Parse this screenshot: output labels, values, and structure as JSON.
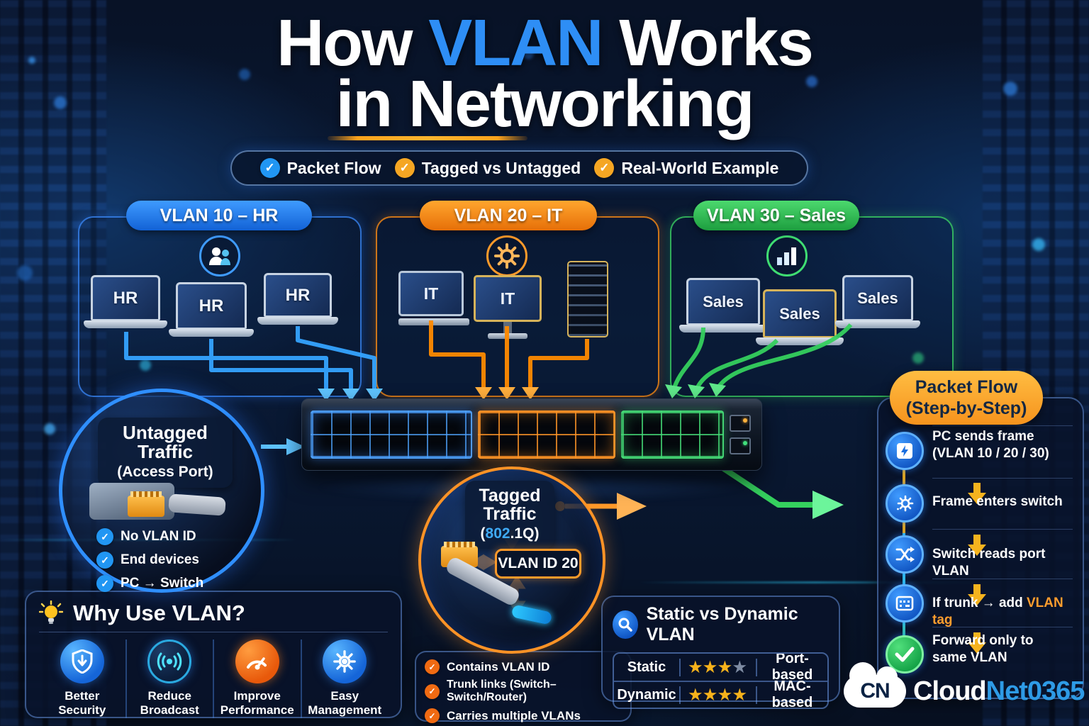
{
  "title": {
    "part1": "How ",
    "highlight": "VLAN",
    "part2": " Works",
    "line2": "in Networking"
  },
  "badges": [
    {
      "label": "Packet Flow",
      "check_color": "#2196f3"
    },
    {
      "label": "Tagged vs Untagged",
      "check_color": "#f5a623"
    },
    {
      "label": "Real-World Example",
      "check_color": "#f5a623"
    }
  ],
  "vlans": [
    {
      "label": "VLAN 10 – HR",
      "color": "#2e86ff",
      "icon": "users-icon",
      "devices": [
        {
          "type": "laptop",
          "label": "HR"
        },
        {
          "type": "laptop",
          "label": "HR"
        },
        {
          "type": "laptop",
          "label": "HR"
        }
      ]
    },
    {
      "label": "VLAN 20 – IT",
      "color": "#ff8a00",
      "icon": "gear-icon",
      "devices": [
        {
          "type": "monitor",
          "label": "IT"
        },
        {
          "type": "monitor",
          "label": "IT"
        },
        {
          "type": "server",
          "label": ""
        }
      ]
    },
    {
      "label": "VLAN 30 – Sales",
      "color": "#31c451",
      "icon": "chart-icon",
      "devices": [
        {
          "type": "laptop",
          "label": "Sales"
        },
        {
          "type": "laptop",
          "label": "Sales"
        },
        {
          "type": "laptop",
          "label": "Sales"
        }
      ]
    }
  ],
  "untagged": {
    "title": "Untagged Traffic",
    "subtitle": "(Access Port)",
    "bullets": [
      "No VLAN ID",
      "End devices",
      "PC → Switch"
    ]
  },
  "tagged": {
    "title": "Tagged Traffic",
    "sub_open": "(",
    "sub_num": "802",
    "sub_rest": ".1Q)",
    "tag_label": "VLAN ID 20",
    "bullets": [
      "Contains VLAN ID",
      "Trunk links (Switch–Switch/Router)",
      "Carries multiple VLANs"
    ]
  },
  "why": {
    "title": "Why Use VLAN?",
    "items": [
      {
        "icon": "shield-icon",
        "label1": "Better",
        "label2": "Security"
      },
      {
        "icon": "broadcast-icon",
        "label1": "Reduce",
        "label2": "Broadcast"
      },
      {
        "icon": "gauge-icon",
        "label1": "Improve",
        "label2": "Performance"
      },
      {
        "icon": "gear-icon",
        "label1": "Easy",
        "label2": "Management"
      }
    ]
  },
  "comparison": {
    "title": "Static vs Dynamic VLAN",
    "rows": [
      {
        "name": "Static",
        "stars_gold": "★★★",
        "stars_gray": "★",
        "basis": "Port-based"
      },
      {
        "name": "Dynamic",
        "stars_gold": "★★★★",
        "stars_gray": "",
        "basis": "MAC-based"
      }
    ]
  },
  "packet_flow": {
    "title1": "Packet Flow",
    "title2": "(Step-by-Step)",
    "steps": [
      {
        "icon": "frame-send-icon",
        "line1": "PC sends frame",
        "line2": "(VLAN 10 / 20 / 30)"
      },
      {
        "icon": "process-gear-icon",
        "line1": "Frame enters switch",
        "line2": ""
      },
      {
        "icon": "shuffle-icon",
        "line1": "Switch reads port VLAN",
        "line2": ""
      },
      {
        "icon": "tag-frame-icon",
        "line1": "If trunk → add ",
        "highlight": "VLAN tag",
        "line2": ""
      },
      {
        "icon": "check-icon",
        "line1": "Forward only to",
        "line2": "same VLAN"
      }
    ]
  },
  "logo": {
    "abbr": "CN",
    "name_white": "Cloud",
    "name_accent": "Net0365"
  },
  "colors": {
    "accent_blue": "#2e8ef5",
    "accent_orange": "#ff8a00",
    "accent_green": "#31c451",
    "star_gold": "#f6b21b"
  }
}
